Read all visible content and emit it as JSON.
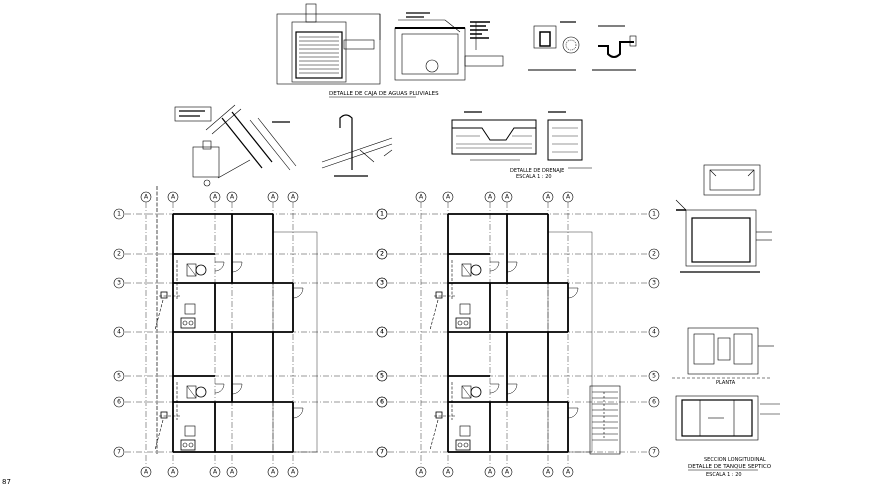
{
  "details": {
    "rain_box_caption": "DETALLE DE CAJA DE AGUAS PLUVIALES",
    "drain_caption": "DETALLE DE DRENAJE",
    "drain_scale": "ESCALA 1 : 20",
    "septic_section": "SECCION LONGITUDINAL",
    "septic_caption": "DETALLE DE TANQUE SEPTICO",
    "septic_scale": "ESCALA 1 : 20",
    "plan_label": "PLANTA"
  },
  "grid": {
    "columns": [
      "A",
      "A",
      "A",
      "A",
      "A",
      "A"
    ],
    "rows": [
      "1",
      "2",
      "3",
      "4",
      "5",
      "6",
      "7"
    ]
  },
  "sheet": {
    "page_number": "87"
  }
}
